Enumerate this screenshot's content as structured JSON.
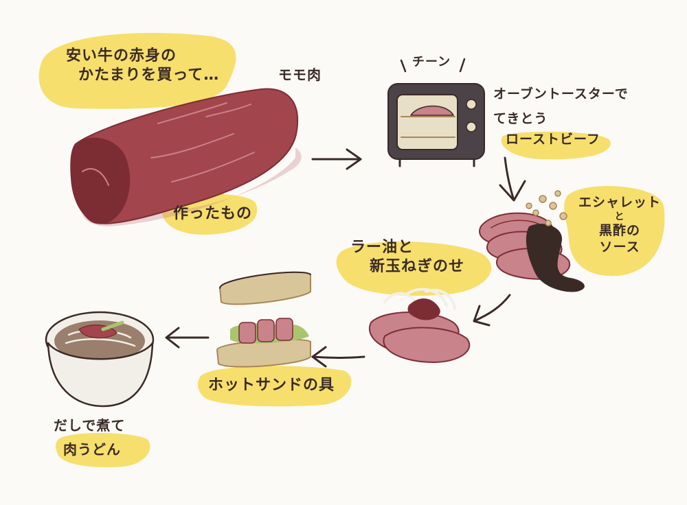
{
  "colors": {
    "highlight": "#f6df6c",
    "meat_dark": "#7c2d34",
    "meat_mid": "#a3454c",
    "meat_pink": "#c9838a",
    "ink": "#3a2a26",
    "toaster": "#4b4347",
    "toaster_window": "#e8dfc7",
    "bread": "#d9c59a",
    "bread_crust": "#a88656",
    "lettuce": "#a9c56e",
    "bowl": "#f2efe8",
    "broth": "#9a7f6c"
  },
  "icons": [
    "meat-block-icon",
    "toaster-oven-icon",
    "sliced-beef-icon",
    "onion-topping-icon",
    "hot-sandwich-icon",
    "udon-bowl-icon",
    "flow-arrow-icon"
  ],
  "labels": {
    "intro_line1": "安い牛の赤身の",
    "intro_line2": "かたまりを買って…",
    "cut": "モモ肉",
    "made": "作ったもの",
    "ding": "チーン",
    "toaster_line1": "オーブントースターで",
    "toaster_line2": "てきとう",
    "toaster_line3": "ローストビーフ",
    "sauce_line1": "エシャレット",
    "sauce_line2": "と",
    "sauce_line3": "黒酢の",
    "sauce_line4": "ソース",
    "rayu_line1": "ラー油と",
    "rayu_line2": "新玉ねぎのせ",
    "sandwich": "ホットサンドの具",
    "udon_line1": "だしで煮て",
    "udon_line2": "肉うどん"
  }
}
